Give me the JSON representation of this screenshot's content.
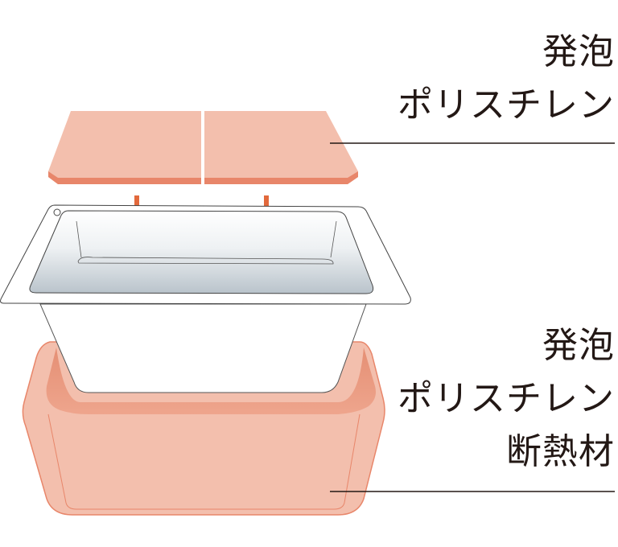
{
  "labels": {
    "top": {
      "line1": "発泡",
      "line2": "ポリスチレン"
    },
    "bottom": {
      "line1": "発泡",
      "line2": "ポリスチレン",
      "line3": "断熱材"
    }
  },
  "colors": {
    "foam": "#f3bfad",
    "foam_edge": "#e8866a",
    "arrow": "#e2693c",
    "line": "#231815"
  }
}
